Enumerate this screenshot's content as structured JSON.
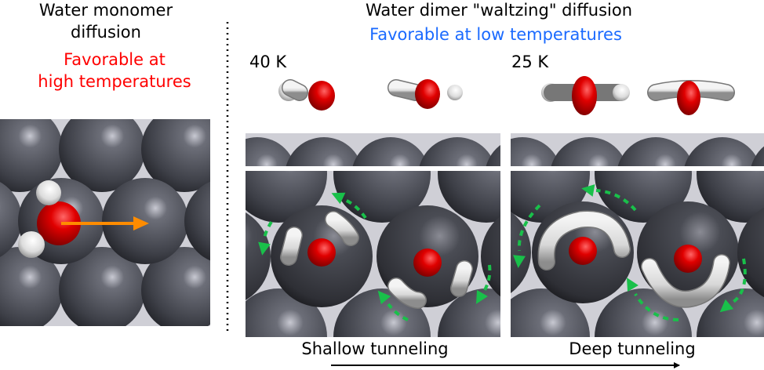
{
  "left": {
    "title_line1": "Water monomer",
    "title_line2": "diffusion",
    "favor_line1": "Favorable at",
    "favor_line2": "high temperatures"
  },
  "right": {
    "title": "Water dimer \"waltzing\" diffusion",
    "subtitle": "Favorable at low temperatures",
    "panel_a_temp": "40 K",
    "panel_b_temp": "25 K",
    "label_a": "Shallow tunneling",
    "label_b": "Deep tunneling"
  },
  "colors": {
    "red_text": "#ff0000",
    "blue_text": "#1a6aff",
    "arrow_orange": "#ff8c00",
    "green_arrows": "#19c04a",
    "oxygen": "#dd0000",
    "surface": "#4a4c55"
  }
}
